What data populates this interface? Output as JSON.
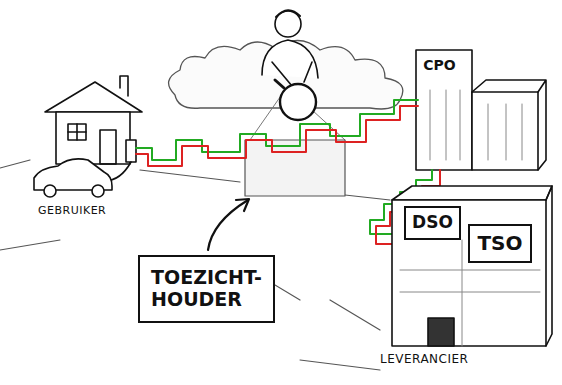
{
  "diagram": {
    "nodes": [
      {
        "text": [
          "CPO"
        ]
      },
      {
        "text": [
          "DSO"
        ]
      },
      {
        "text": [
          "TSO"
        ]
      },
      {
        "text": [
          "TOEZICHT- HOUDER"
        ]
      }
    ],
    "labels": [
      "GEBRUIKER",
      "LEVERANCIER"
    ]
  }
}
